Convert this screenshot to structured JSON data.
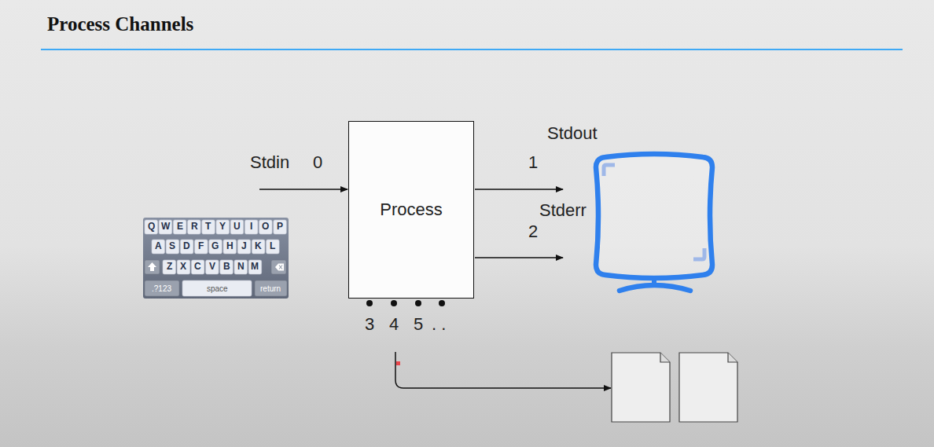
{
  "diagram": {
    "title": "Process Channels",
    "nodes": [
      {
        "text": [
          "Process"
        ]
      }
    ],
    "labels": [
      "Stdin",
      "0",
      "Stdout",
      "1",
      "Stderr",
      "2",
      "3",
      "4",
      "5",
      ". .",
      "Q",
      "W",
      "E",
      "R",
      "T",
      "Y",
      "U",
      "I",
      "O",
      "P",
      "A",
      "S",
      "D",
      "F",
      "G",
      "H",
      "J",
      "K",
      "L",
      "Z",
      "X",
      "C",
      "V",
      "B",
      "N",
      "M",
      ".?123",
      "space",
      "return"
    ]
  }
}
